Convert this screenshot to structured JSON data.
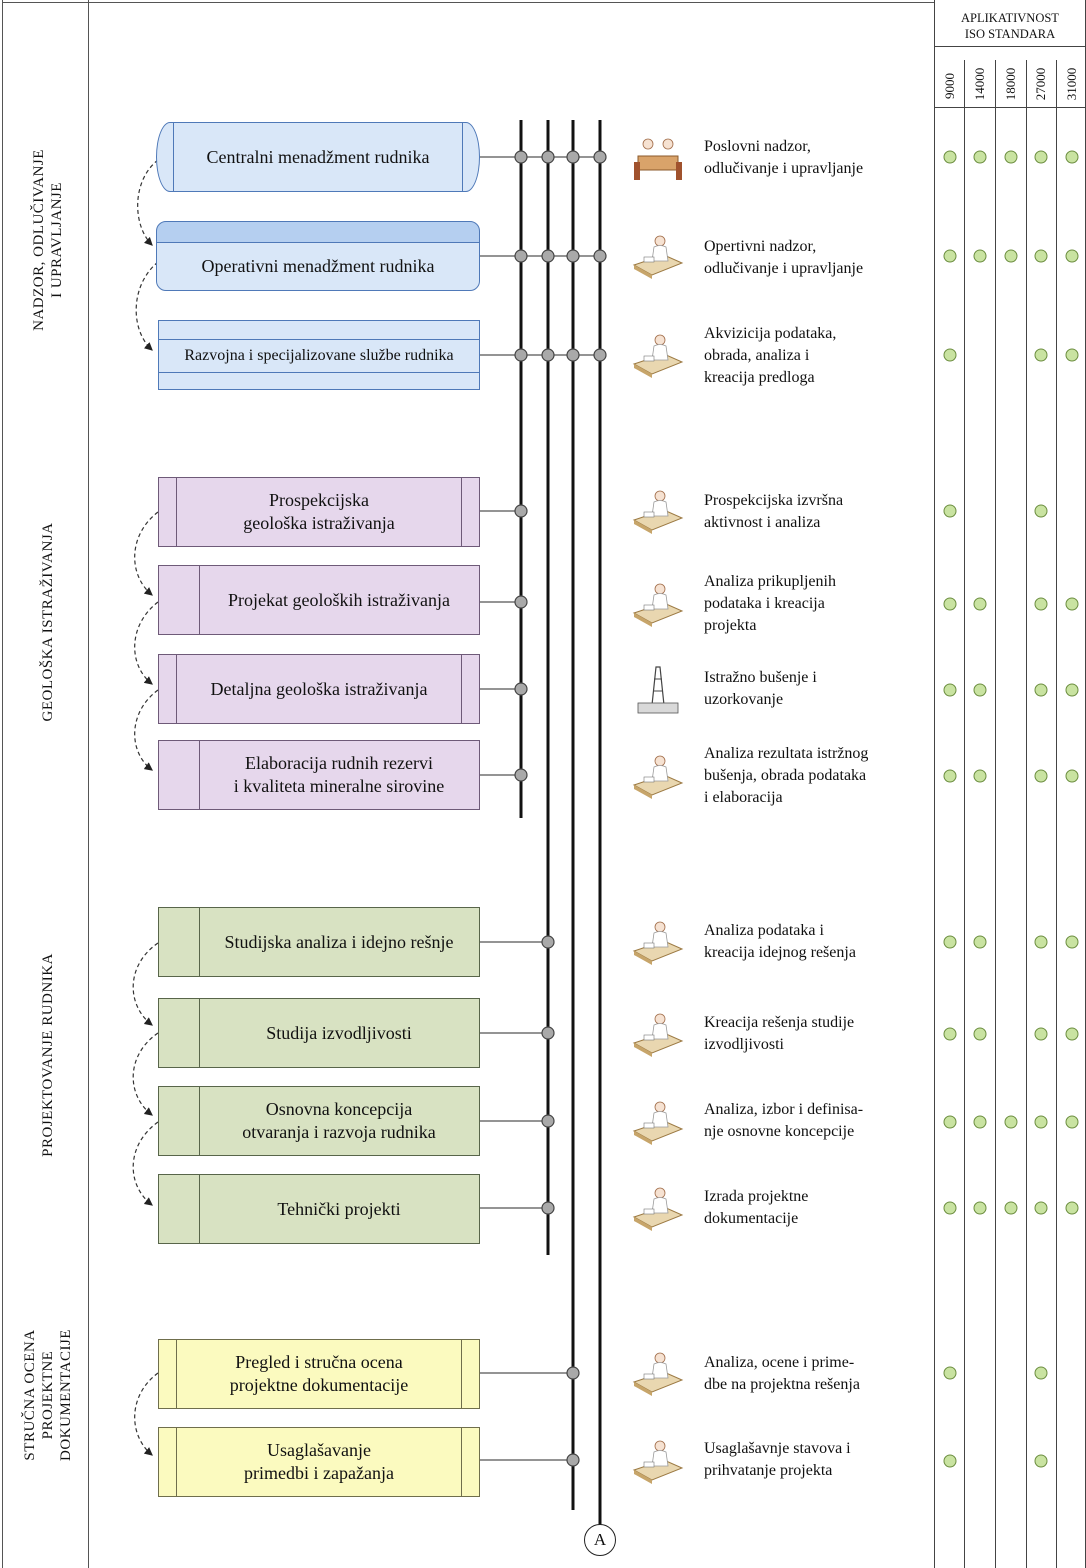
{
  "header": {
    "line1": "APLIKATIVNOST",
    "line2": "ISO STANDARA"
  },
  "standards": [
    "9000",
    "14000",
    "18000",
    "27000",
    "31000"
  ],
  "sections": [
    {
      "id": "nadzor",
      "label": "NADZOR, ODLUČIVANJE\nI UPRAVLJANJE"
    },
    {
      "id": "geo",
      "label": "GEOLOŠKA ISTRAŽIVANJA"
    },
    {
      "id": "proj",
      "label": "PROJEKTOVANJE RUDNIKA"
    },
    {
      "id": "ocena",
      "label": "STRUČNA OCENA\nPROJEKTNE\nDOKUMENTACIJE"
    }
  ],
  "rows": [
    {
      "box": "Centralni menadžment rudnika",
      "activity": "Poslovni nadzor,\nodlučivanje i upravljanje",
      "iso": [
        true,
        true,
        true,
        true,
        true
      ],
      "icon": "meeting-icon"
    },
    {
      "box": "Operativni menadžment rudnika",
      "activity": "Opertivni  nadzor,\nodlučivanje i upravljanje",
      "iso": [
        true,
        true,
        true,
        true,
        true
      ],
      "icon": "operator-icon"
    },
    {
      "box": "Razvojna i specijalizovane službe rudnika",
      "activity": "Akvizicija podataka,\nobrada, analiza i\nkreacija predloga",
      "iso": [
        true,
        false,
        false,
        true,
        true
      ],
      "icon": "desk-worker-icon"
    },
    {
      "box": "Prospekcijska\ngeološka istraživanja",
      "activity": "Prospekcijska izvršna\naktivnost i analiza",
      "iso": [
        true,
        false,
        false,
        true,
        false
      ],
      "icon": "surveyor-icon"
    },
    {
      "box": "Projekat geoloških istraživanja",
      "activity": "Analiza prikupljenih\npodataka i kreacija\nprojekta",
      "iso": [
        true,
        true,
        false,
        true,
        true
      ],
      "icon": "analyst-icon"
    },
    {
      "box": "Detaljna geološka istraživanja",
      "activity": "Istražno bušenje i\nuzorkovanje",
      "iso": [
        true,
        true,
        false,
        true,
        true
      ],
      "icon": "drill-rig-icon"
    },
    {
      "box": "Elaboracija rudnih rezervi\ni kvaliteta mineralne sirovine",
      "activity": "Analiza rezultata istržnog\nbušenja, obrada podataka\ni elaboracija",
      "iso": [
        true,
        true,
        false,
        true,
        true
      ],
      "icon": "analyst-icon"
    },
    {
      "box": "Studijska analiza i idejno rešnje",
      "activity": "Analiza podataka i\nkreacija idejnog rešenja",
      "iso": [
        true,
        true,
        false,
        true,
        true
      ],
      "icon": "desk-worker-icon"
    },
    {
      "box": "Studija izvodljivosti",
      "activity": "Kreacija rešenja studije\nizvodljivosti",
      "iso": [
        true,
        true,
        false,
        true,
        true
      ],
      "icon": "computer-user-icon"
    },
    {
      "box": "Osnovna koncepcija\notvaranja i razvoja rudnika",
      "activity": "Analiza, izbor i definisa-\nnje osnovne koncepcije",
      "iso": [
        true,
        true,
        true,
        true,
        true
      ],
      "icon": "desk-worker-icon"
    },
    {
      "box": "Tehnički projekti",
      "activity": "Izrada projektne\ndokumentacije",
      "iso": [
        true,
        true,
        true,
        true,
        true
      ],
      "icon": "team-icon"
    },
    {
      "box": "Pregled i stručna ocena\nprojektne dokumentacije",
      "activity": "Analiza, ocene i prime-\ndbe na projektna rešenja",
      "iso": [
        true,
        false,
        false,
        true,
        false
      ],
      "icon": "desk-worker-icon"
    },
    {
      "box": "Usaglašavanje\nprimedbi i zapažanja",
      "activity": "Usaglašavnje stavova i\nprihvatanje  projekta",
      "iso": [
        true,
        false,
        false,
        true,
        false
      ],
      "icon": "negotiation-icon"
    }
  ],
  "connector": "A"
}
